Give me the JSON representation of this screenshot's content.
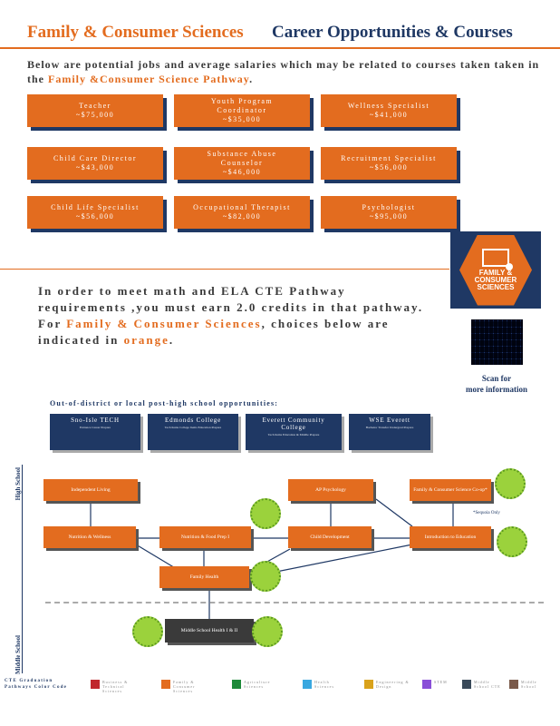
{
  "header": {
    "left_title": "Family & Consumer Sciences",
    "right_title": "Career Opportunities & Courses"
  },
  "intro": {
    "text_a": "Below are potential jobs and average salaries which may be related to courses taken taken in the ",
    "highlight": "Family &Consumer Science Pathway",
    "text_b": "."
  },
  "jobs": [
    {
      "title": "Teacher",
      "salary": "~$75,000"
    },
    {
      "title": "Youth Program Coordinator",
      "salary": "~$35,000"
    },
    {
      "title": "Wellness Specialist",
      "salary": "~$41,000"
    },
    {
      "title": "Child Care Director",
      "salary": "~$43,000"
    },
    {
      "title": "Substance Abuse Counselor",
      "salary": "~$46,000"
    },
    {
      "title": "Recruitment Specialist",
      "salary": "~$56,000"
    },
    {
      "title": "Child Life Specialist",
      "salary": "~$56,000"
    },
    {
      "title": "Occupational Therapist",
      "salary": "~$82,000"
    },
    {
      "title": "Psychologist",
      "salary": "~$95,000"
    }
  ],
  "logo": {
    "line1": "FAMILY &",
    "line2": "CONSUMER",
    "line3": "SCIENCES"
  },
  "scan": {
    "line1": "Scan for",
    "line2": "more information"
  },
  "requirement": {
    "text_a": "In order to meet math and ELA CTE Pathway requirements ,you must earn 2.0 credits in that pathway. For ",
    "highlight1": "Family & Consumer Sciences",
    "text_b": ", choices below are indicated in ",
    "highlight2": "orange",
    "text_c": "."
  },
  "out_of_district": {
    "title": "Out-of-district or local post-high school opportunities:",
    "boxes": [
      {
        "name": "Sno-Isle TECH",
        "sub": "Entrance Career Prepare"
      },
      {
        "name": "Edmonds College",
        "sub": "Tech Items College Items Education Prepare"
      },
      {
        "name": "Everett Community College",
        "sub": "Tech Items Education & Middle Prepare"
      },
      {
        "name": "WSE Everett",
        "sub": "Bachelor Transfer Undergrad Prepare"
      }
    ]
  },
  "axis": {
    "top": "High School",
    "bottom": "Middle School"
  },
  "courses": {
    "independent_living": "Independent Living",
    "ap_psychology": "AP Psychology",
    "fcs_coop": "Family & Consumer Science Co-op*",
    "nutrition_wellness": "Nutrition & Wellness",
    "nutrition_food_prep": "Nutrition & Food Prep I",
    "child_development": "Child Development",
    "intro_education": "Introduction to Education",
    "family_health": "Family Health",
    "ms_health": "Middle School Health I & II"
  },
  "note": "*Sequoia Only",
  "legend": {
    "title_a": "CTE Graduation",
    "title_b": "Pathways Color Code",
    "items": [
      {
        "label": "Business & Technical Sciences",
        "color": "#c0272d"
      },
      {
        "label": "Family & Consumer Sciences",
        "color": "#e36c1f"
      },
      {
        "label": "Agriculture Sciences",
        "color": "#1e8a3a"
      },
      {
        "label": "Health Sciences",
        "color": "#3aa8e0"
      },
      {
        "label": "Engineering & Design",
        "color": "#d9a21b"
      },
      {
        "label": "STEM",
        "color": "#8a4fd8"
      },
      {
        "label": "Middle School CTE",
        "color": "#3a4a5a"
      },
      {
        "label": "Middle School",
        "color": "#7a5a4a"
      }
    ]
  },
  "colors": {
    "orange": "#e36c1f",
    "navy": "#1f3864",
    "green": "#9bd23c"
  }
}
